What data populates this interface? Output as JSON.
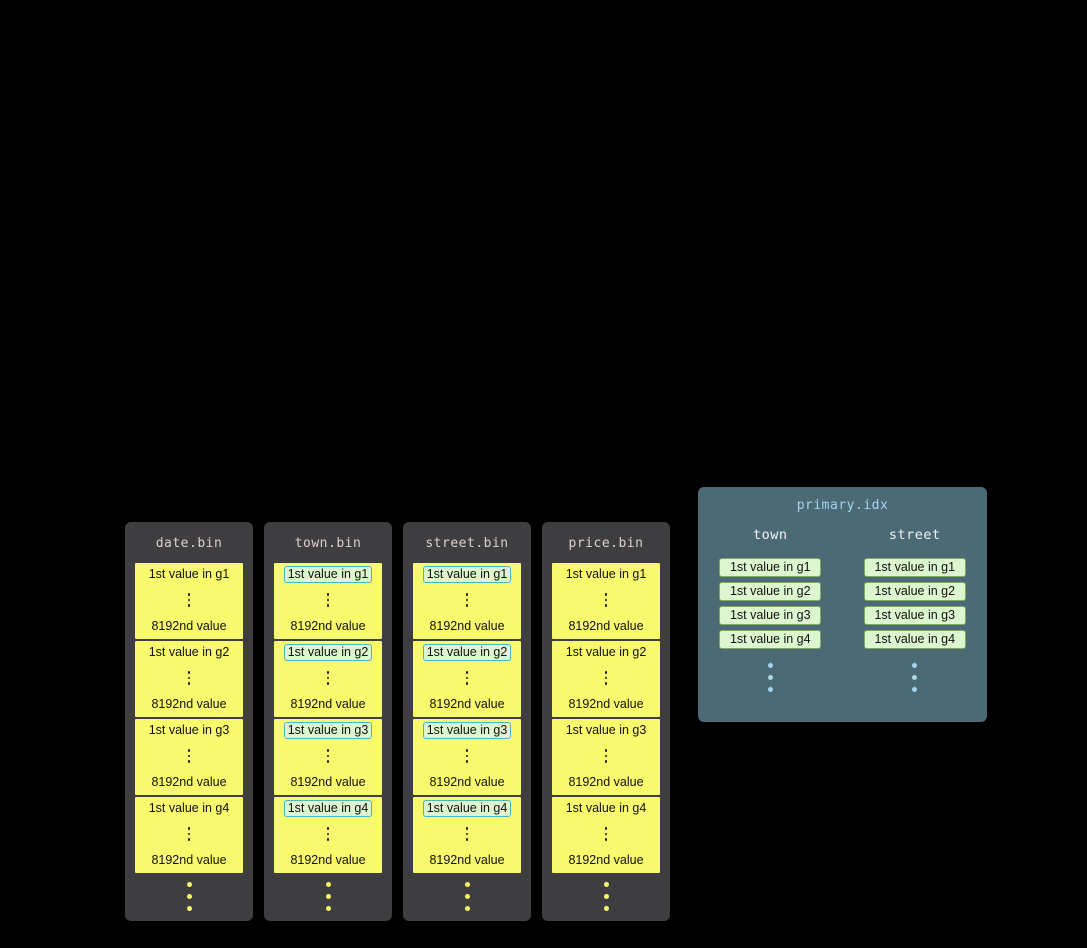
{
  "diagram": {
    "bin_columns": [
      {
        "name": "date.bin",
        "granules": [
          {
            "first": "1st value in g1",
            "last": "8192nd value"
          },
          {
            "first": "1st value in g2",
            "last": "8192nd value"
          },
          {
            "first": "1st value in g3",
            "last": "8192nd value"
          },
          {
            "first": "1st value in g4",
            "last": "8192nd value"
          }
        ]
      },
      {
        "name": "town.bin",
        "granules": [
          {
            "first": "1st value in g1",
            "last": "8192nd value"
          },
          {
            "first": "1st value in g2",
            "last": "8192nd value"
          },
          {
            "first": "1st value in g3",
            "last": "8192nd value"
          },
          {
            "first": "1st value in g4",
            "last": "8192nd value"
          }
        ]
      },
      {
        "name": "street.bin",
        "granules": [
          {
            "first": "1st value in g1",
            "last": "8192nd value"
          },
          {
            "first": "1st value in g2",
            "last": "8192nd value"
          },
          {
            "first": "1st value in g3",
            "last": "8192nd value"
          },
          {
            "first": "1st value in g4",
            "last": "8192nd value"
          }
        ]
      },
      {
        "name": "price.bin",
        "granules": [
          {
            "first": "1st value in g1",
            "last": "8192nd value"
          },
          {
            "first": "1st value in g2",
            "last": "8192nd value"
          },
          {
            "first": "1st value in g3",
            "last": "8192nd value"
          },
          {
            "first": "1st value in g4",
            "last": "8192nd value"
          }
        ]
      }
    ],
    "primary_index": {
      "title": "primary.idx",
      "columns": [
        {
          "name": "town",
          "entries": [
            "1st value in g1",
            "1st value in g2",
            "1st value in g3",
            "1st value in g4"
          ]
        },
        {
          "name": "street",
          "entries": [
            "1st value in g1",
            "1st value in g2",
            "1st value in g3",
            "1st value in g4"
          ]
        }
      ]
    },
    "colors": {
      "background": "#000000",
      "bin_container": "#3e3e40",
      "bin_header_text": "#ded0cd",
      "granule_fill": "#f9f96e",
      "granule_text": "#121212",
      "highlight_fill": "#dcf6cf",
      "highlight_border": "#49b6c4",
      "index_panel": "#4c6a76",
      "index_title_text": "#a5d3ec",
      "index_header_text": "#f2f2f2",
      "index_entry_fill": "#dcf6cf",
      "index_entry_border": "#7faa60",
      "ellipsis_yellow": "#f9f96e",
      "ellipsis_blue": "#a9d6ea"
    }
  }
}
